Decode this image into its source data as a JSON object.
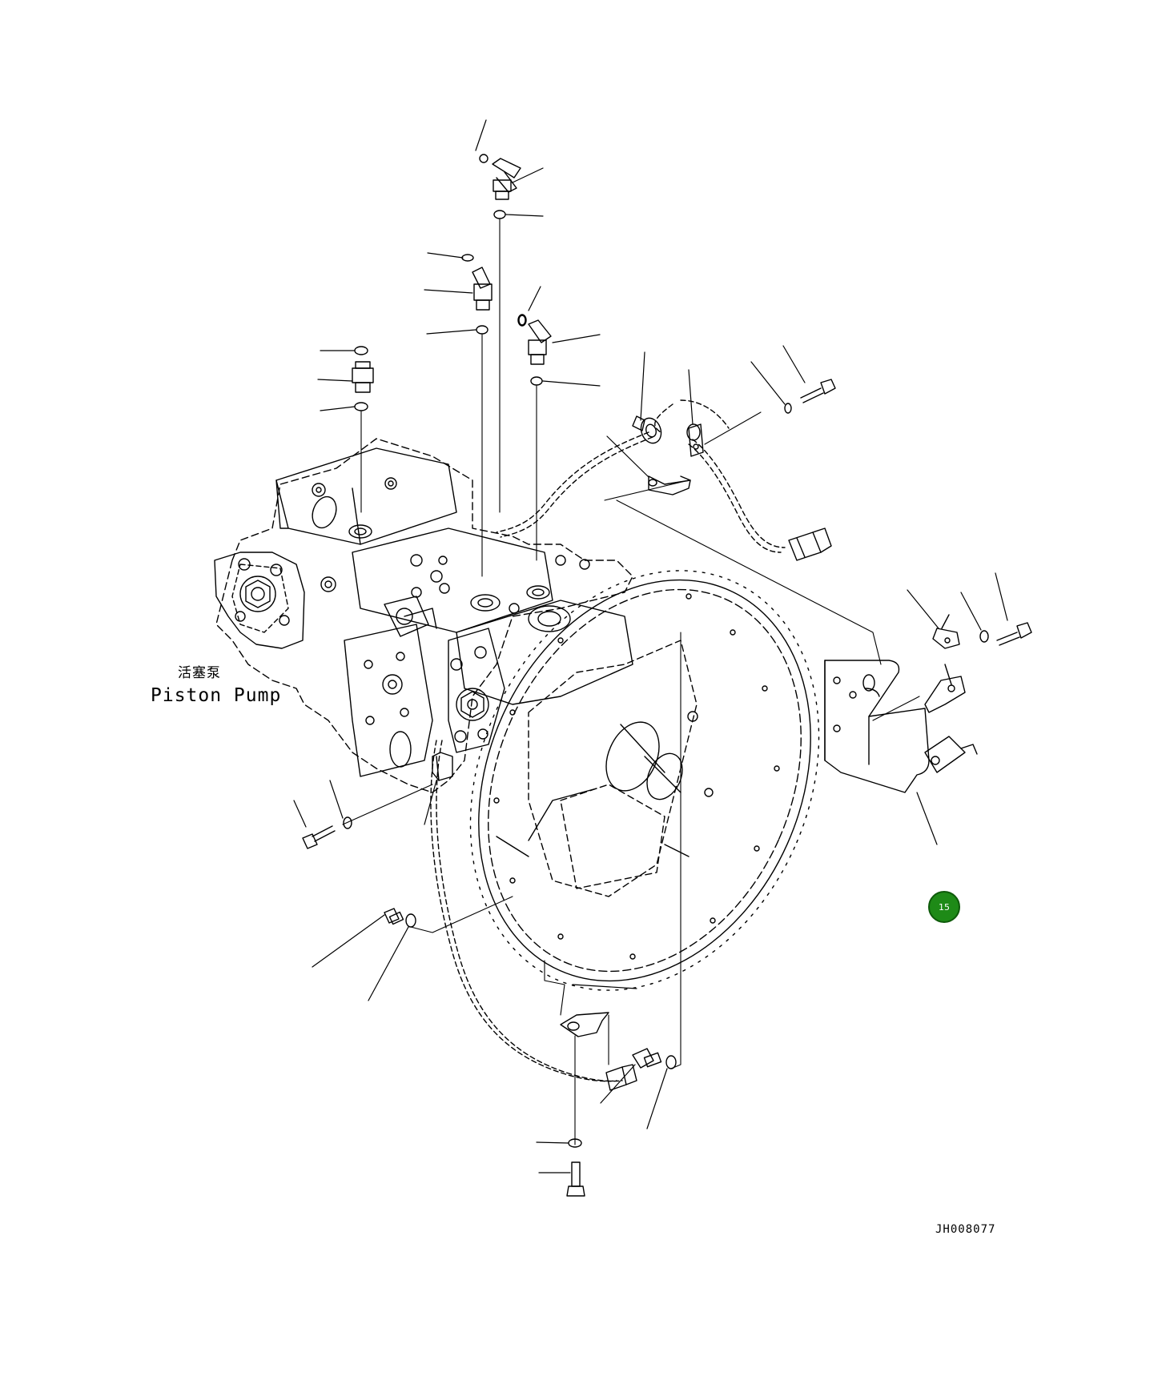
{
  "diagram": {
    "label_chinese": "活塞泵",
    "label_english": "Piston Pump",
    "drawing_number": "JH008077"
  },
  "callout": {
    "number": "15",
    "color": "#1e8a17"
  }
}
